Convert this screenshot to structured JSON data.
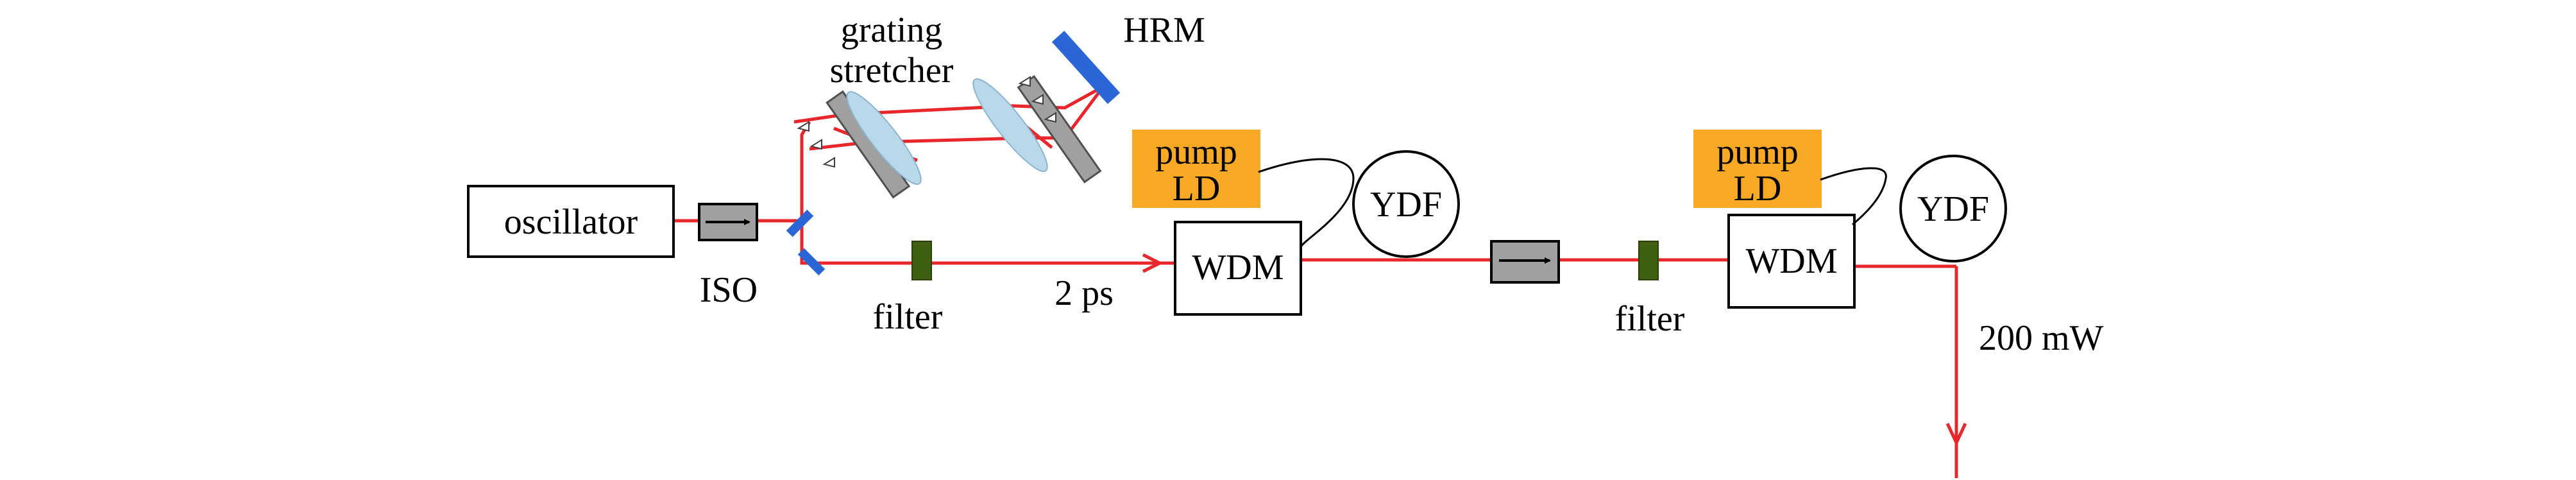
{
  "labels": {
    "oscillator": "oscillator",
    "iso": "ISO",
    "grating_line1": "grating",
    "grating_line2": "stretcher",
    "hrm": "HRM",
    "filter1": "filter",
    "pulse_duration": "2 ps",
    "pump1_line1": "pump",
    "pump1_line2": "LD",
    "wdm1": "WDM",
    "ydf1": "YDF",
    "filter2": "filter",
    "pump2_line1": "pump",
    "pump2_line2": "LD",
    "wdm2": "WDM",
    "ydf2": "YDF",
    "output_power": "200 mW"
  },
  "colors": {
    "beam": "#e8262b",
    "grating": "#a0a0a0",
    "mirror": "#2a66d6",
    "lens": "#b9d8ea",
    "filter": "#3e6010",
    "pump_ld": "#f7a824",
    "isolator": "#a0a0a0"
  }
}
